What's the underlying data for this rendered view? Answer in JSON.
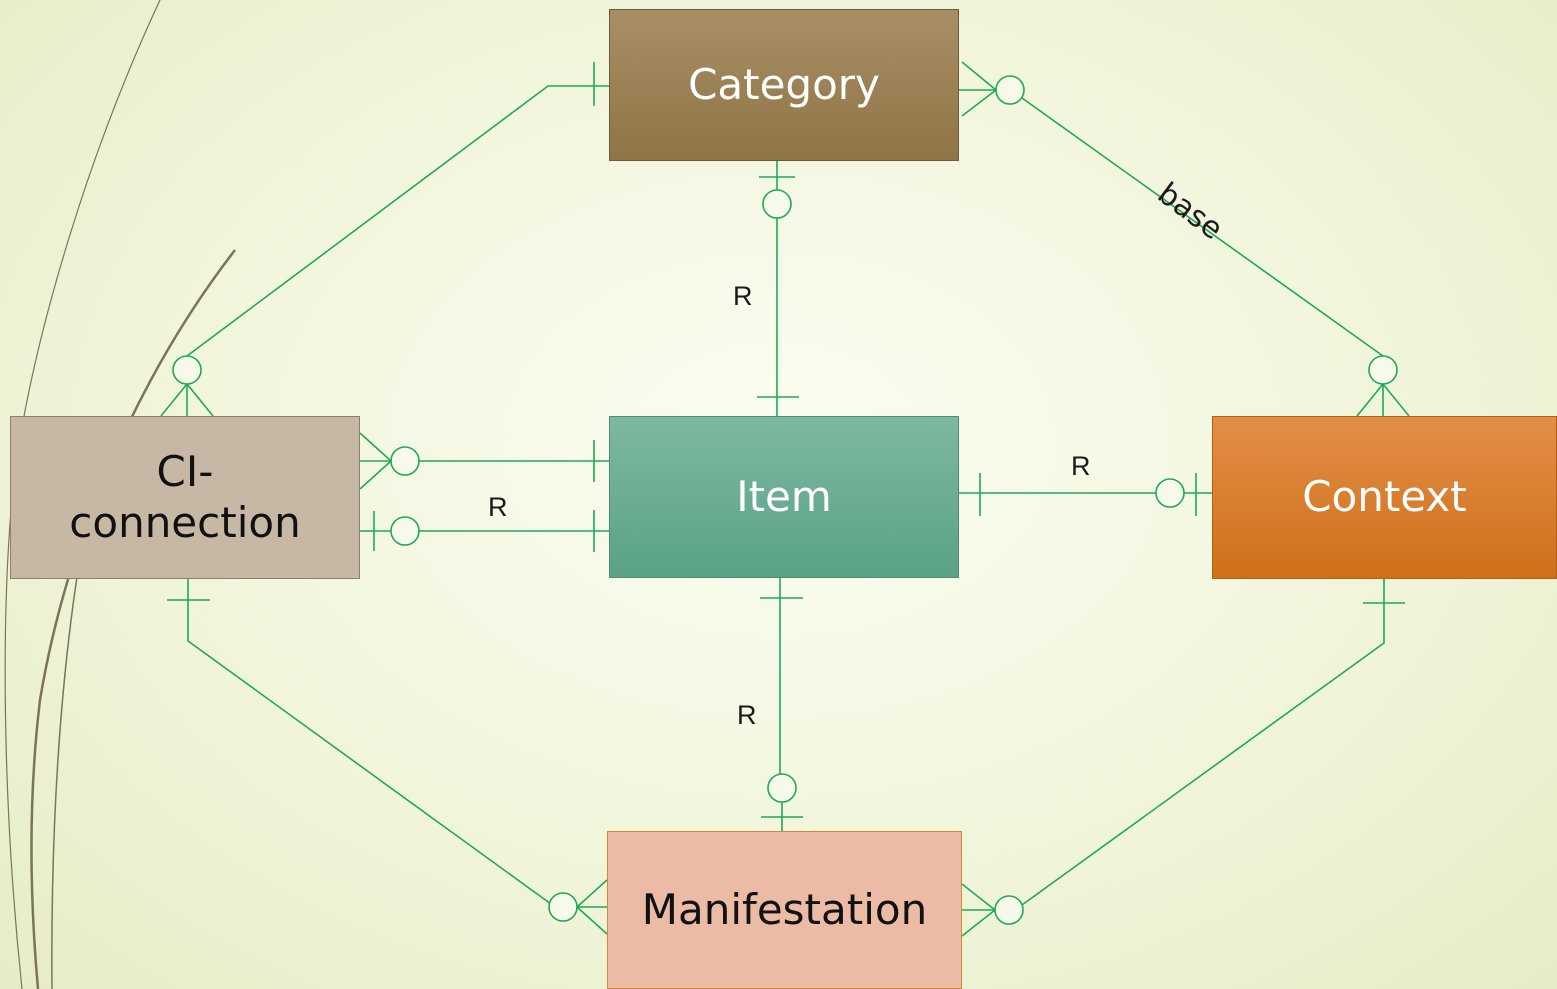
{
  "entities": {
    "category": "Category",
    "item": "Item",
    "ci_connection": "CI-\nconnection",
    "context": "Context",
    "manifestation": "Manifestation"
  },
  "labels": {
    "r_category_item": "R",
    "r_ci_item": "R",
    "r_item_context": "R",
    "r_item_manifestation": "R",
    "base": "base"
  },
  "colors": {
    "category": "#987b4f",
    "item": "#65a98e",
    "ci_connection": "#c7b8a6",
    "context": "#d97f2c",
    "manifestation": "#ecbba5",
    "connector": "#1eaa55"
  }
}
